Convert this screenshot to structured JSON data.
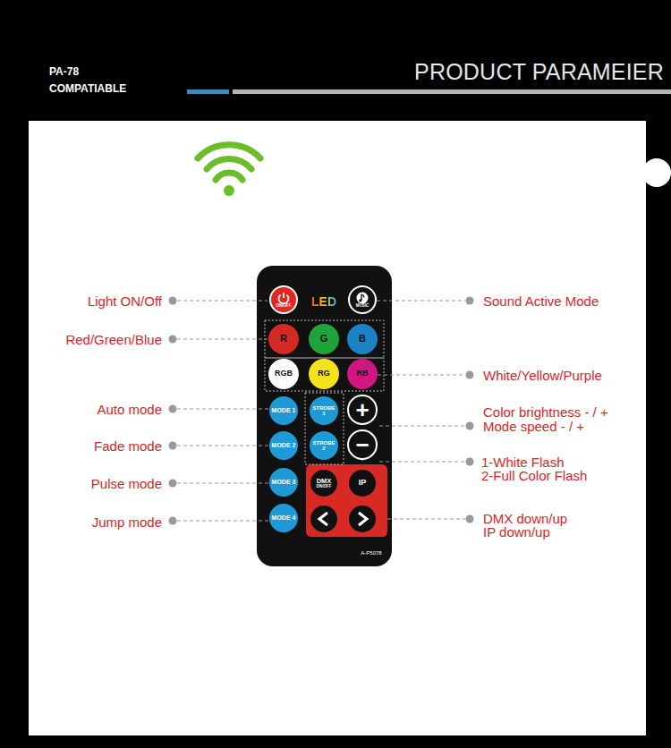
{
  "diagram": {
    "title": "PRODUCT PARAMEIER",
    "nodes": [
      {
        "text": [
          "LED",
          "A-P5078"
        ]
      },
      {
        "text": [
          "ON/OFF"
        ],
        "in": 0
      },
      {
        "text": [
          "MUSIC"
        ],
        "in": 0
      },
      {
        "text": [
          "R"
        ],
        "in": 0
      },
      {
        "text": [
          "G"
        ],
        "in": 0
      },
      {
        "text": [
          "B"
        ],
        "in": 0
      },
      {
        "text": [
          "RGB"
        ],
        "in": 0
      },
      {
        "text": [
          "RG"
        ],
        "in": 0
      },
      {
        "text": [
          "RB"
        ],
        "in": 0
      },
      {
        "text": [
          "MODE 1"
        ],
        "in": 0
      },
      {
        "text": [
          "STROBE 1"
        ],
        "in": 0
      },
      {
        "text": [
          "+"
        ],
        "in": 0
      },
      {
        "text": [
          "MODE 2"
        ],
        "in": 0
      },
      {
        "text": [
          "STROBE 2"
        ],
        "in": 0
      },
      {
        "text": [
          "−"
        ],
        "in": 0
      },
      {
        "text": [
          "MODE 3"
        ],
        "in": 0
      },
      {
        "text": [
          "DMX",
          "ON/OFF"
        ],
        "in": 0
      },
      {
        "text": [
          "IP"
        ],
        "in": 0
      },
      {
        "text": [
          "MODE 4"
        ],
        "in": 0
      }
    ],
    "labels": [
      "PA-78",
      "COMPATIABLE",
      "Light ON/Off",
      "Red/Green/Blue",
      "Auto mode",
      "Fade mode",
      "Pulse mode",
      "Jump mode",
      "Sound Active Mode",
      "White/Yellow/Purple",
      "Color brightness - / +",
      "Mode speed - / +",
      "1-White Flash",
      "2-Full Color Flash",
      "DMX down/up",
      "IP down/up"
    ]
  }
}
